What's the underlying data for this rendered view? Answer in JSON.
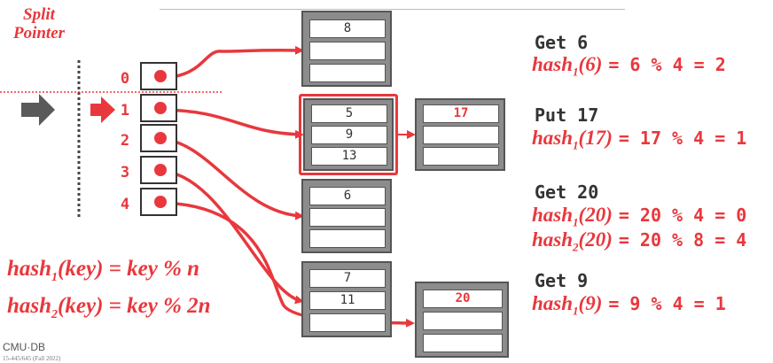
{
  "split_pointer_label": [
    "Split",
    "Pointer"
  ],
  "directory": [
    "0",
    "1",
    "2",
    "3",
    "4"
  ],
  "buckets": [
    {
      "slots": [
        "8",
        "",
        ""
      ]
    },
    {
      "slots": [
        "5",
        "9",
        "13"
      ],
      "highlighted": true
    },
    {
      "slots": [
        "17",
        "",
        ""
      ],
      "overflow": true
    },
    {
      "slots": [
        "6",
        "",
        ""
      ]
    },
    {
      "slots": [
        "7",
        "11",
        ""
      ]
    },
    {
      "slots": [
        "20",
        "",
        ""
      ]
    }
  ],
  "operations": [
    {
      "op": "Get 6",
      "fn": "hash",
      "sub": "1",
      "arg": "(6)",
      "rhs": "=  6 % 4 = 2"
    },
    {
      "op": "Put 17",
      "fn": "hash",
      "sub": "1",
      "arg": "(17)",
      "rhs": "=  17 % 4 = 1"
    },
    {
      "op": "Get 20",
      "fn": "hash",
      "sub": "1",
      "arg": "(20)",
      "rhs": "=  20 % 4 = 0"
    },
    {
      "op": "",
      "fn": "hash",
      "sub": "2",
      "arg": "(20)",
      "rhs": "=  20 % 8 = 4"
    },
    {
      "op": "Get 9",
      "fn": "hash",
      "sub": "1",
      "arg": "(9)",
      "rhs": "=  9 % 4 = 1"
    }
  ],
  "hash_definitions": [
    {
      "fn": "hash",
      "sub": "1",
      "rest": "(key) = key % n"
    },
    {
      "fn": "hash",
      "sub": "2",
      "rest": "(key) = key % 2n"
    }
  ],
  "footer": {
    "logo": "CMU·DB",
    "course": "15-445/645 (Fall 2022)"
  },
  "colors": {
    "accent": "#e8383d",
    "bucket_fill": "#8c8c8c",
    "arrow_gray": "#5a5a5a"
  }
}
